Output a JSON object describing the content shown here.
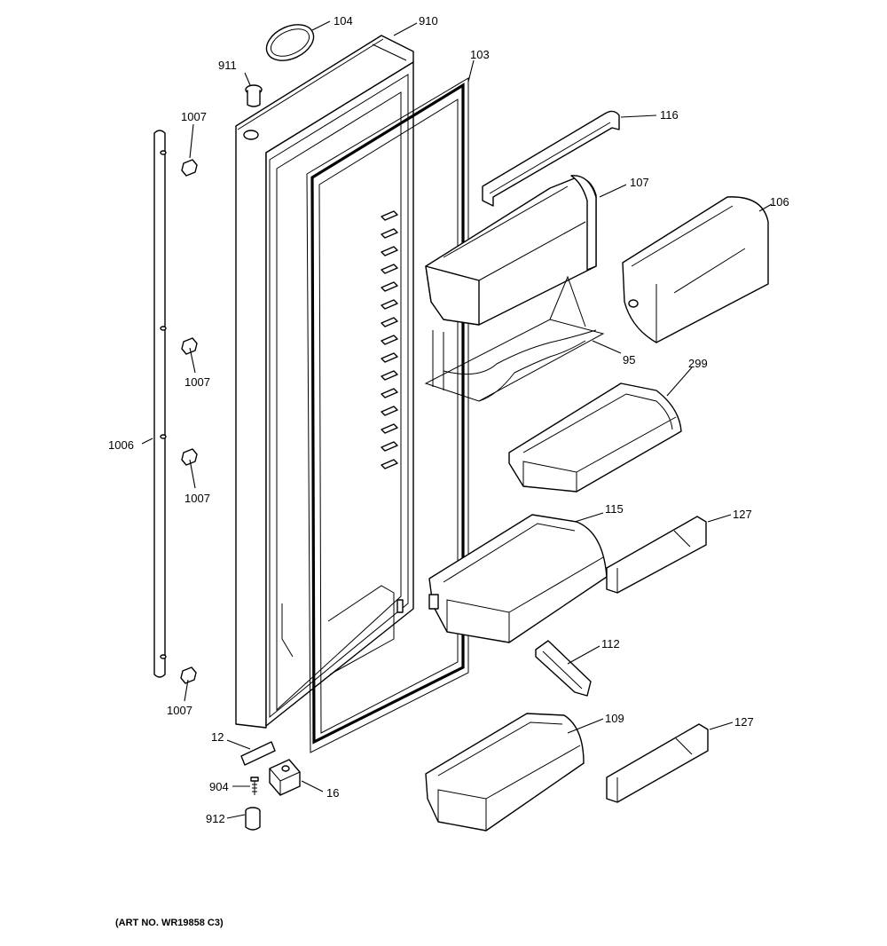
{
  "diagram": {
    "caption": "(ART NO. WR19858 C3)",
    "callouts": {
      "p104": "104",
      "p910": "910",
      "p911": "911",
      "p103": "103",
      "p116": "116",
      "p1007a": "1007",
      "p1007b": "1007",
      "p1007c": "1007",
      "p1007d": "1007",
      "p107": "107",
      "p106": "106",
      "p95": "95",
      "p299": "299",
      "p1006": "1006",
      "p115": "115",
      "p127a": "127",
      "p112": "112",
      "p109": "109",
      "p127b": "127",
      "p12": "12",
      "p904": "904",
      "p16": "16",
      "p912": "912"
    }
  }
}
